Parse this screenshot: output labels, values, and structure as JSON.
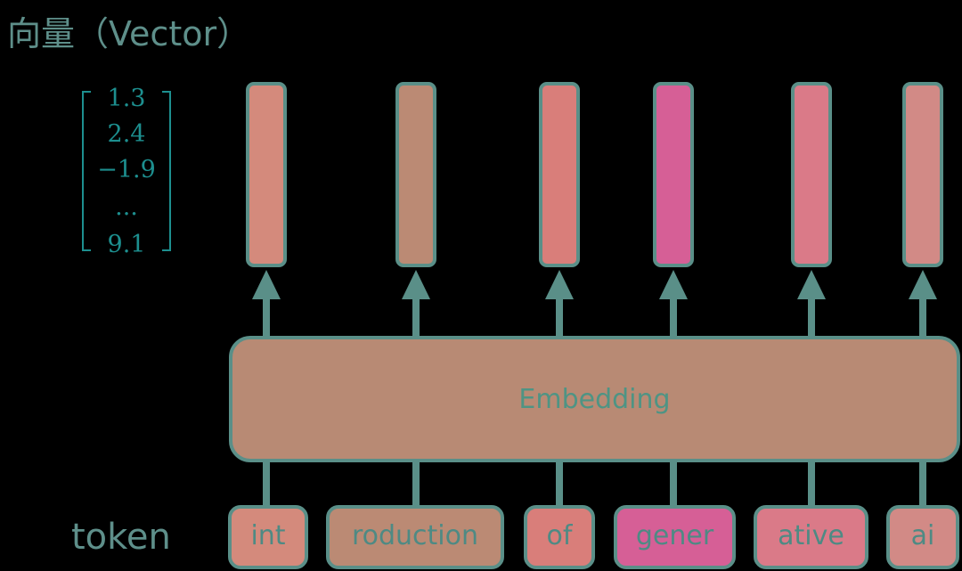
{
  "title": "向量（Vector）",
  "vector_example": {
    "values": [
      "1.3",
      "2.4",
      "−1.9",
      "...",
      "9.1"
    ]
  },
  "embedding_label": "Embedding",
  "token_row_label": "token",
  "colors": {
    "outline": "#5a8f88",
    "text_teal": "#5e8f8a",
    "matrix": "#1d8f8f",
    "embedding_fill": "#b88a74"
  },
  "tokens": [
    {
      "text": "int",
      "color": "#d48a7c"
    },
    {
      "text": "roduction",
      "color": "#bb8a74"
    },
    {
      "text": "of",
      "color": "#d97e7a"
    },
    {
      "text": "gener",
      "color": "#d65f96"
    },
    {
      "text": "ative",
      "color": "#da7a88"
    },
    {
      "text": "ai",
      "color": "#d28a86"
    }
  ]
}
